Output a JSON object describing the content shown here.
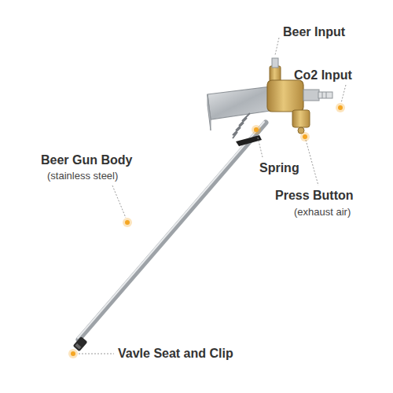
{
  "diagram": {
    "labels": [
      "Beer Input",
      "Co2 Input",
      "Beer Gun Body",
      "(stainless steel)",
      "Spring",
      "Press Button",
      "(exhaust air)",
      "Vavle Seat and Clip"
    ]
  }
}
